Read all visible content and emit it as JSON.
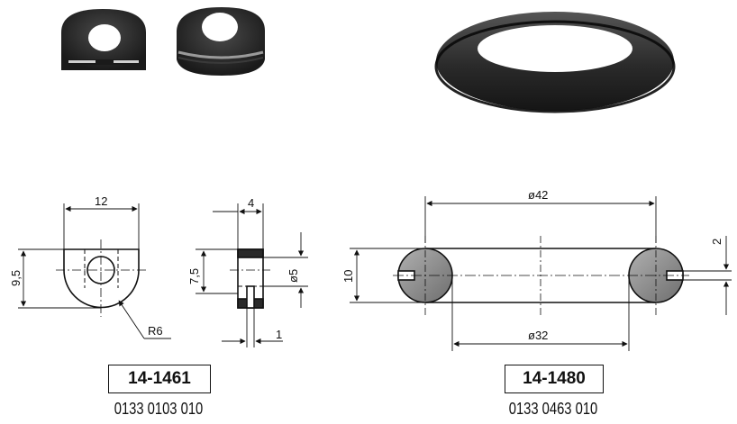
{
  "products": [
    {
      "code": "14-1461",
      "part_number": "0133 0103 010",
      "dimensions": {
        "width": "12",
        "height": "9,5",
        "radius": "R6",
        "depth": "4",
        "inner_height": "7,5",
        "hole": "ø5",
        "slot": "1"
      }
    },
    {
      "code": "14-1480",
      "part_number": "0133 0463 010",
      "dimensions": {
        "outer_diameter": "ø42",
        "inner_diameter": "ø32",
        "thickness": "10",
        "slot": "2"
      }
    }
  ],
  "colors": {
    "rubber": "#2a2a2a",
    "rubber_section": "#8a8a8a",
    "line": "#111111"
  }
}
